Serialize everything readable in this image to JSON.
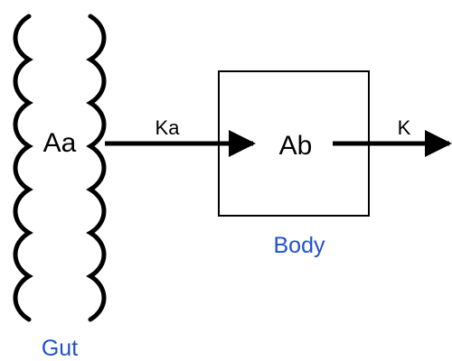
{
  "compartments": {
    "gut": {
      "amount_label": "Aa",
      "caption": "Gut"
    },
    "body": {
      "amount_label": "Ab",
      "caption": "Body"
    }
  },
  "rates": {
    "absorption": "Ka",
    "elimination": "K"
  },
  "colors": {
    "caption": "#2050d0",
    "stroke": "#000000"
  }
}
